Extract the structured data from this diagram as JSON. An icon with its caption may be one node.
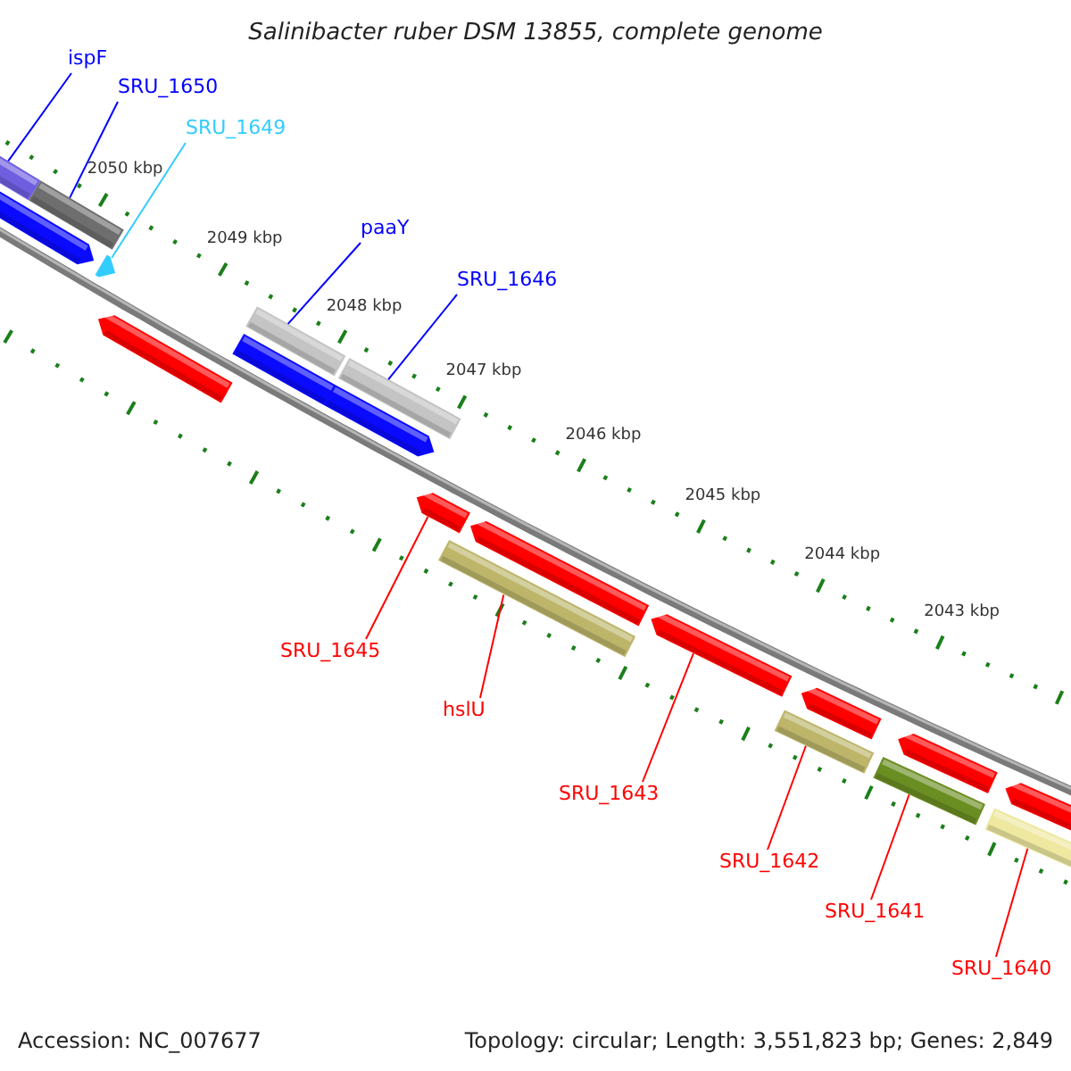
{
  "diagram": {
    "title": "Salinibacter ruber DSM 13855, complete genome",
    "nodes": [
      {
        "text": [
          "ispF"
        ]
      },
      {
        "text": [
          "SRU_1650"
        ]
      },
      {
        "text": [
          "SRU_1649"
        ]
      },
      {
        "text": [
          "paaY"
        ]
      },
      {
        "text": [
          "SRU_1646"
        ]
      },
      {
        "text": [
          "SRU_1645"
        ]
      },
      {
        "text": [
          "hslU"
        ]
      },
      {
        "text": [
          "SRU_1643"
        ]
      },
      {
        "text": [
          "SRU_1642"
        ]
      },
      {
        "text": [
          "SRU_1641"
        ]
      },
      {
        "text": [
          "SRU_1640"
        ]
      },
      {
        "text": [],
        "shape": "bar"
      },
      {
        "text": [],
        "shape": "bar"
      },
      {
        "text": [],
        "shape": "bar"
      },
      {
        "text": [],
        "shape": "bar"
      },
      {
        "text": [],
        "shape": "bar"
      },
      {
        "text": [],
        "shape": "bar"
      },
      {
        "text": [],
        "shape": "bar"
      },
      {
        "text": [],
        "shape": "bar"
      },
      {
        "text": [],
        "shape": "bar"
      },
      {
        "text": [],
        "shape": "bar"
      },
      {
        "text": [],
        "shape": "bar"
      },
      {
        "text": [],
        "shape": "bar"
      },
      {
        "text": [],
        "shape": "bar"
      },
      {
        "text": [],
        "shape": "bar"
      },
      {
        "text": [],
        "shape": "bar"
      },
      {
        "text": [],
        "shape": "bar"
      },
      {
        "text": [],
        "shape": "bar"
      },
      {
        "text": [],
        "shape": "bar"
      },
      {
        "text": [],
        "shape": "bar"
      }
    ],
    "edges": [
      {
        "from": 0,
        "to": 11,
        "arrow": "none",
        "color": "#0000ff"
      },
      {
        "from": 1,
        "to": 13,
        "arrow": "none",
        "color": "#0000ff"
      },
      {
        "from": 2,
        "to": 14,
        "arrow": "none",
        "color": "#33ccff"
      },
      {
        "from": 3,
        "to": 17,
        "arrow": "none",
        "color": "#0000ff"
      },
      {
        "from": 4,
        "to": 19,
        "arrow": "none",
        "color": "#0000ff"
      },
      {
        "from": 5,
        "to": 20,
        "arrow": "none"
      },
      {
        "from": 6,
        "to": 21,
        "arrow": "none"
      },
      {
        "from": 7,
        "to": 23,
        "arrow": "none"
      },
      {
        "from": 8,
        "to": 24,
        "arrow": "none"
      },
      {
        "from": 9,
        "to": 26,
        "arrow": "none"
      },
      {
        "from": 10,
        "to": 28,
        "arrow": "none"
      }
    ],
    "labels": [
      "2050 kbp",
      "2049 kbp",
      "2048 kbp",
      "2047 kbp",
      "2046 kbp",
      "2045 kbp",
      "2044 kbp",
      "2043 kbp",
      "Accession: NC_007677",
      "Topology: circular; Length: 3,551,823 bp; Genes: 2,849"
    ]
  }
}
